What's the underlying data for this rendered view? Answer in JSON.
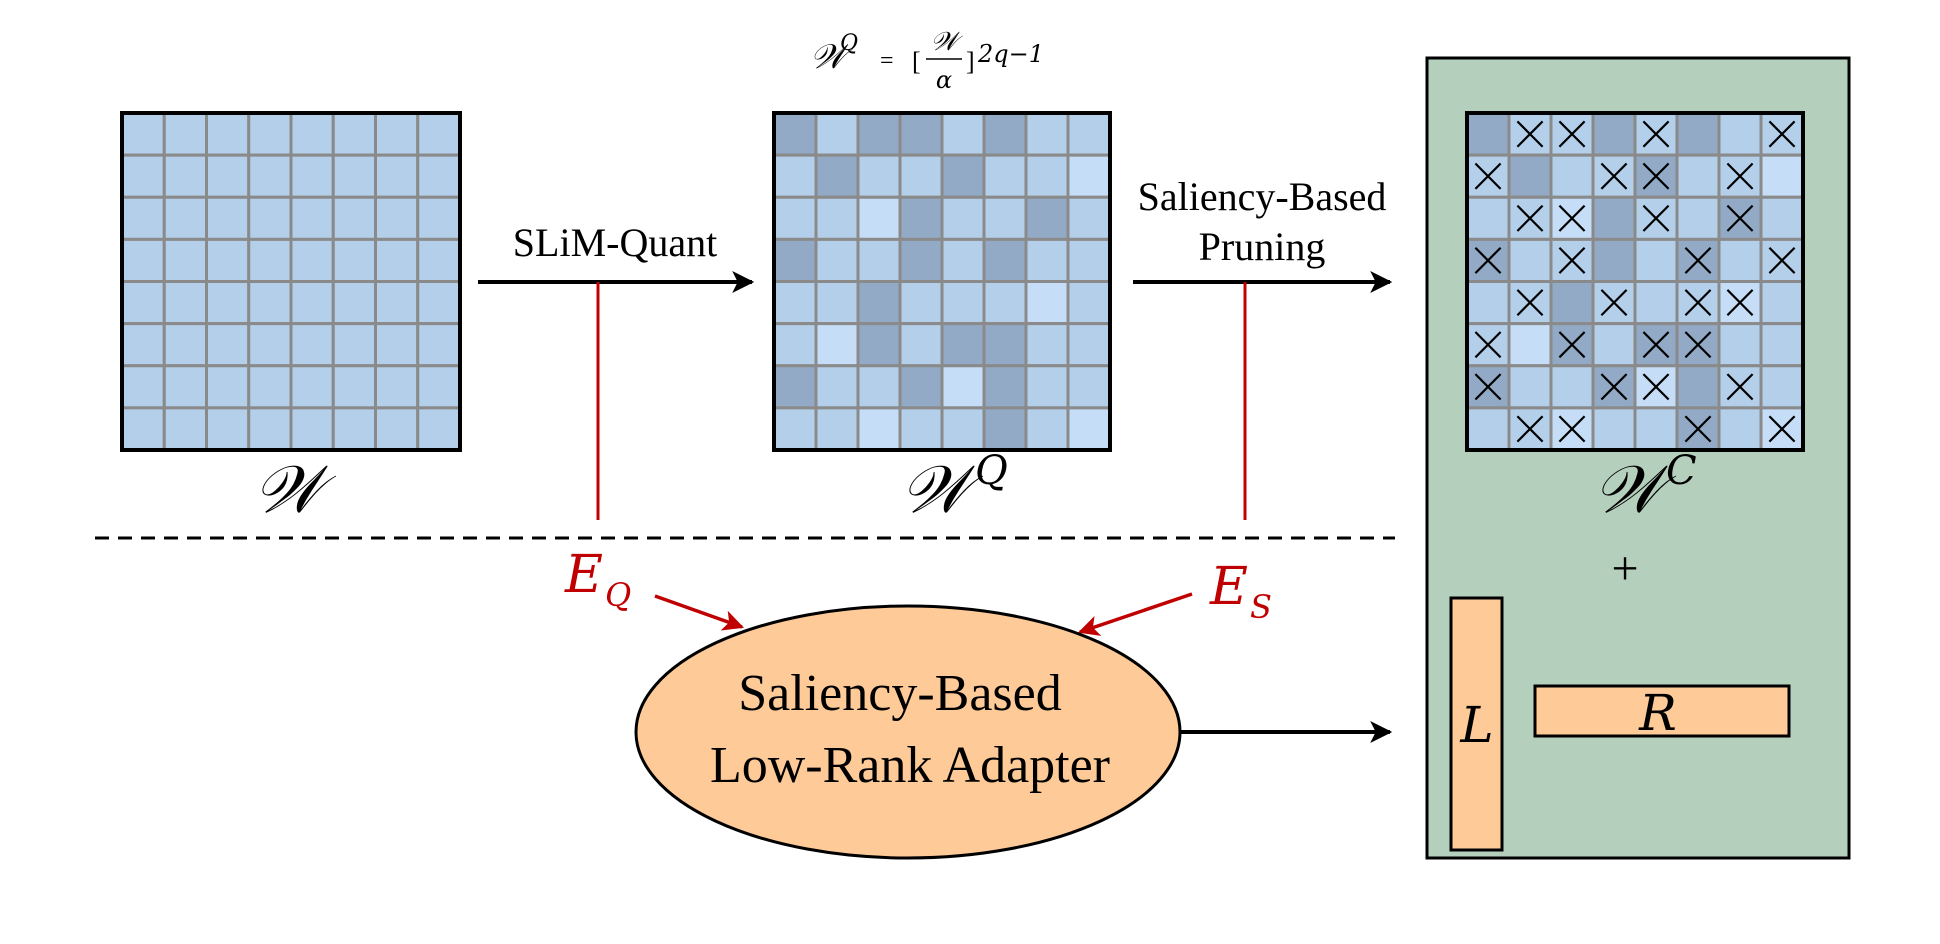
{
  "colors": {
    "cell_light": "#b4cfea",
    "cell_dark": "#92aac5",
    "cell_pale": "#c5ddf6",
    "grid_line": "#8a8a8a",
    "matrix_border": "#000000",
    "panel_fill": "#b5cfbd",
    "adapter_fill": "#fdca98",
    "error_red": "#c00000",
    "arrow_black": "#000000"
  },
  "formula": {
    "lhs": "𝒲",
    "lhs_sup": "Q",
    "eq": "=",
    "lbracket": "[",
    "frac_num": "𝒲",
    "frac_den": "α",
    "rbracket": "]",
    "exp": "2q−1"
  },
  "steps": {
    "quant_label": "SLiM-Quant",
    "prune_label_line1": "Saliency-Based",
    "prune_label_line2": "Pruning"
  },
  "matrices": {
    "original": {
      "label": "𝒲",
      "sup": ""
    },
    "quantized": {
      "label": "𝒲",
      "sup": "Q"
    },
    "compressed": {
      "label": "𝒲",
      "sup": "C"
    }
  },
  "errors": {
    "quant": {
      "base": "E",
      "sub": "Q"
    },
    "sparse": {
      "base": "E",
      "sub": "S"
    }
  },
  "adapter": {
    "line1": "Saliency-Based",
    "line2": "Low-Rank Adapter"
  },
  "panel": {
    "plus": "+",
    "left_factor": "L",
    "right_factor": "R"
  },
  "grids": {
    "original_shades": [
      "LLLLLLLL",
      "LLLLLLLL",
      "LLLLLLLL",
      "LLLLLLLL",
      "LLLLLLLL",
      "LLLLLLLL",
      "LLLLLLLL",
      "LLLLLLLL"
    ],
    "quantized_shades": [
      "DLDDLDLL",
      "LDLLDLLP",
      "LLPDLLDL",
      "DLLDLDLL",
      "LLDLLLPL",
      "LPDLDDLL",
      "DLLDPDLL",
      "LLPLLDLP"
    ],
    "compressed_shades": [
      "DLLDLDLL",
      "LDLLDLLP",
      "LLPDLLDL",
      "DLLDLDLL",
      "LLDLLLPL",
      "LPDLDDLL",
      "DLLDPDLL",
      "LLPLLDLP"
    ],
    "pruned_mask": [
      "01101001",
      "10011010",
      "01101010",
      "10100101",
      "01010110",
      "10101100",
      "10011010",
      "01100101"
    ]
  }
}
